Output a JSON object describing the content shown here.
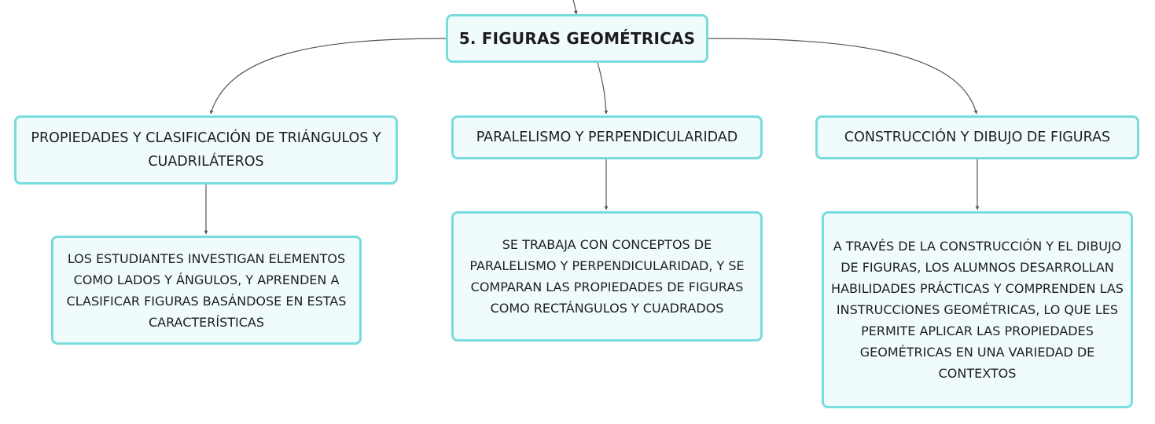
{
  "colors": {
    "node_fill": "#f0fcfc",
    "node_border": "#79dcdc",
    "connector": "#555555",
    "text": "#1d1d1f"
  },
  "root": {
    "label": "5. FIGURAS GEOMÉTRICAS"
  },
  "branches": [
    {
      "label": "PROPIEDADES Y CLASIFICACIÓN DE TRIÁNGULOS Y CUADRILÁTEROS",
      "detail": "LOS ESTUDIANTES INVESTIGAN ELEMENTOS COMO LADOS Y ÁNGULOS, Y APRENDEN A CLASIFICAR FIGURAS BASÁNDOSE EN ESTAS CARACTERÍSTICAS"
    },
    {
      "label": "PARALELISMO Y PERPENDICULARIDAD",
      "detail": "SE TRABAJA CON CONCEPTOS DE PARALELISMO Y PERPENDICULARIDAD, Y SE COMPARAN LAS PROPIEDADES DE FIGURAS COMO RECTÁNGULOS Y CUADRADOS"
    },
    {
      "label": "CONSTRUCCIÓN Y DIBUJO DE FIGURAS",
      "detail": "A TRAVÉS DE LA CONSTRUCCIÓN Y EL DIBUJO DE FIGURAS, LOS ALUMNOS DESARROLLAN HABILIDADES PRÁCTICAS Y COMPRENDEN LAS INSTRUCCIONES GEOMÉTRICAS, LO QUE LES PERMITE APLICAR LAS PROPIEDADES GEOMÉTRICAS EN UNA VARIEDAD DE CONTEXTOS"
    }
  ]
}
